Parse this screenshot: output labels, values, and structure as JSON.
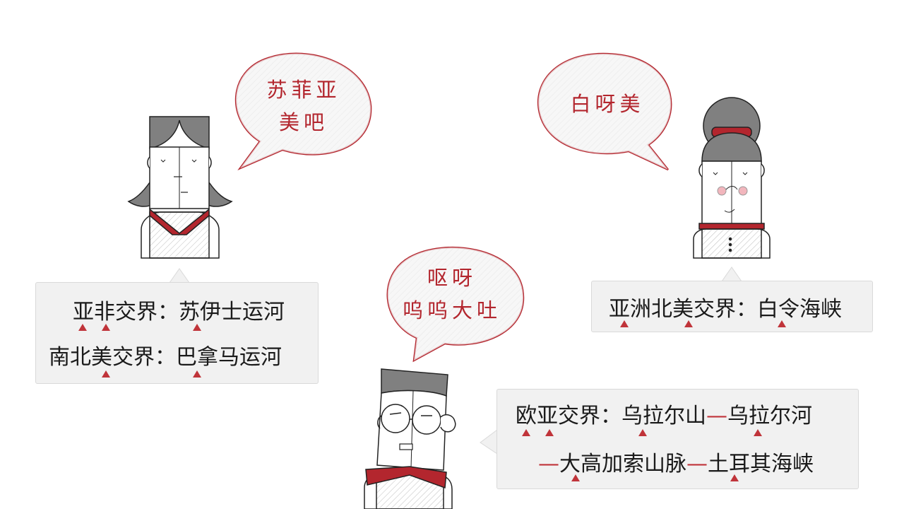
{
  "colors": {
    "accent": "#c0343a",
    "hair": "#808080",
    "panel": "#f1f1f1"
  },
  "bubbles": {
    "sophia": {
      "line1": "苏菲亚",
      "line2": "美吧"
    },
    "baiyamei": {
      "line1": "白呀美"
    },
    "ouya": {
      "line1": "呕呀",
      "line2": "呜呜大吐"
    }
  },
  "callouts": {
    "afro_asia": {
      "line1": {
        "label": "亚非交界：",
        "value": "苏伊士运河"
      },
      "line2": {
        "label": "南北美交界：",
        "value": "巴拿马运河"
      }
    },
    "asia_na": {
      "label": "亚洲北美交界：",
      "value": "白令海峡"
    },
    "euro_asia": {
      "line1": {
        "label": "欧亚交界：",
        "part1": "乌拉尔山",
        "dash": "—",
        "part2": "乌拉尔河"
      },
      "line2": {
        "dash1": "—",
        "part1": "大高加索山脉",
        "dash2": "—",
        "part2": "土耳其海峡"
      }
    }
  },
  "icons": [
    "woman-character-icon",
    "bun-lady-character-icon",
    "glasses-man-character-icon",
    "marker-triangle-icon"
  ]
}
